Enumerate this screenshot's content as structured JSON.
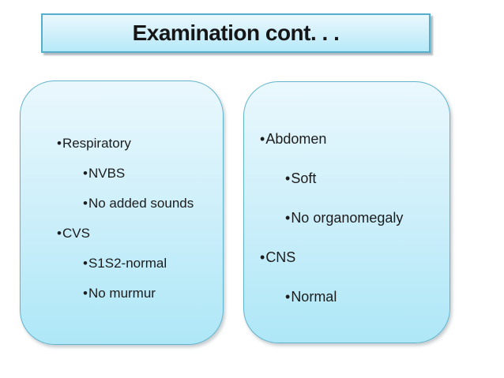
{
  "title": {
    "text": "Examination cont. . ."
  },
  "bullet": "•",
  "panels": [
    {
      "items": [
        {
          "level": 1,
          "label": "Respiratory"
        },
        {
          "level": 2,
          "label": "NVBS"
        },
        {
          "level": 2,
          "label": "No added sounds"
        },
        {
          "level": 1,
          "label": "CVS"
        },
        {
          "level": 2,
          "label": "S1S2-normal"
        },
        {
          "level": 2,
          "label": "No murmur"
        }
      ]
    },
    {
      "items": [
        {
          "level": 1,
          "label": "Abdomen"
        },
        {
          "level": 2,
          "label": "Soft"
        },
        {
          "level": 2,
          "label": "No organomegaly"
        },
        {
          "level": 1,
          "label": "CNS"
        },
        {
          "level": 2,
          "label": "Normal"
        }
      ]
    }
  ],
  "colors": {
    "panel_fill_top": "#eaf8fd",
    "panel_fill_bottom": "#aee7f7",
    "panel_border": "#62b4cc",
    "title_border": "#55aecb",
    "text": "#1c1c1c",
    "background": "#ffffff"
  }
}
